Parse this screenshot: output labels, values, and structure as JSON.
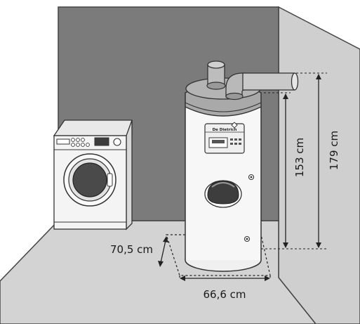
{
  "diagram": {
    "appliances": {
      "water_heater": {
        "brand": "De Dietrich"
      },
      "washing_machine": {}
    },
    "dimensions": {
      "height_to_top": "153 cm",
      "height_to_pipe": "179 cm",
      "width": "66,6 cm",
      "depth": "70,5 cm"
    },
    "colors": {
      "back_wall": "#7b7b7b",
      "side_wall": "#cfcfcf",
      "floor": "#d3d3d3",
      "heater_body": "#f7f7f7",
      "heater_top": "#a9a9a9",
      "machine_body": "#f4f4f4",
      "machine_door": "#4a4a4a"
    }
  }
}
